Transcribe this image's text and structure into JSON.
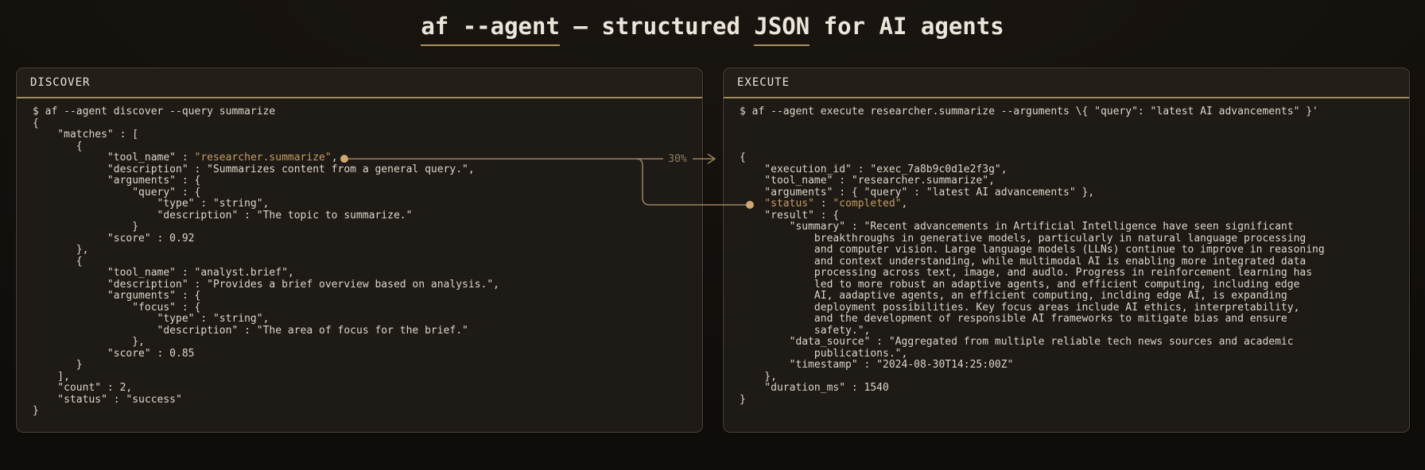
{
  "title": {
    "part1": "af --agent",
    "part2": " — structured ",
    "part3": "JSON",
    "part4": " for AI agents"
  },
  "connector": {
    "label": "30%"
  },
  "colors": {
    "accent_gold": "#c69d63",
    "connector_line": "#9b8460",
    "panel_background": "#1e1a15",
    "panel_border": "#4c4336",
    "header_divider": "#a28a61",
    "code_text": "#ddd7ca"
  },
  "panels": [
    {
      "id": "discover",
      "title": "DISCOVER",
      "command": "$ af --agent discover --query summarize",
      "lines": [
        [
          {
            "t": "$ af --agent discover --query summarize"
          }
        ],
        [
          {
            "t": "{"
          }
        ],
        [
          {
            "t": "    \"matches\" : ["
          }
        ],
        [
          {
            "t": "       {"
          }
        ],
        [
          {
            "t": "            \"tool_name\" : "
          },
          {
            "t": "\"researcher.summarize\"",
            "h": true
          },
          {
            "t": ","
          }
        ],
        [
          {
            "t": "            \"description\" : \"Summarizes content from a general query.\","
          }
        ],
        [
          {
            "t": "            \"arguments\" : {"
          }
        ],
        [
          {
            "t": "                \"query\" : {"
          }
        ],
        [
          {
            "t": "                    \"type\" : \"string\","
          }
        ],
        [
          {
            "t": "                    \"description\" : \"The topic to summarize.\""
          }
        ],
        [
          {
            "t": "                }"
          }
        ],
        [
          {
            "t": "            \"score\" : 0.92"
          }
        ],
        [
          {
            "t": "       },"
          }
        ],
        [
          {
            "t": "       {"
          }
        ],
        [
          {
            "t": "            \"tool_name\" : \"analyst.brief\","
          }
        ],
        [
          {
            "t": "            \"description\" : \"Provides a brief overview based on analysis.\","
          }
        ],
        [
          {
            "t": "            \"arguments\" : {"
          }
        ],
        [
          {
            "t": "                \"focus\" : {"
          }
        ],
        [
          {
            "t": "                    \"type\" : \"string\","
          }
        ],
        [
          {
            "t": "                    \"description\" : \"The area of focus for the brief.\""
          }
        ],
        [
          {
            "t": "                },"
          }
        ],
        [
          {
            "t": "            \"score\" : 0.85"
          }
        ],
        [
          {
            "t": "       }"
          }
        ],
        [
          {
            "t": "    ],"
          }
        ],
        [
          {
            "t": "    \"count\" : 2,"
          }
        ],
        [
          {
            "t": "    \"status\" : \"success\""
          }
        ],
        [
          {
            "t": "}"
          }
        ]
      ]
    },
    {
      "id": "execute",
      "title": "EXECUTE",
      "command": "$ af --agent execute researcher.summarize --arguments \\{ \"query\": \"latest AI advancements\" }'",
      "lines": [
        [
          {
            "t": "$ af --agent execute researcher.summarize --arguments \\{ \"query\": \"latest AI advancements\" }'"
          }
        ],
        [],
        [],
        [],
        [
          {
            "t": "{"
          }
        ],
        [
          {
            "t": "    \"execution_id\" : \"exec_7a8b9c0d1e2f3g\","
          }
        ],
        [
          {
            "t": "    \"tool_name\" : \"researcher.summarize\","
          }
        ],
        [
          {
            "t": "    \"arguments\" : { \"query\" : \"latest AI advancements\" },"
          }
        ],
        [
          {
            "t": "    "
          },
          {
            "t": "\"status\"",
            "h": true
          },
          {
            "t": " : "
          },
          {
            "t": "\"completed\"",
            "h": true
          },
          {
            "t": ","
          }
        ],
        [
          {
            "t": "    \"result\" : {"
          }
        ],
        [
          {
            "t": "        \"summary\" : \"Recent advancements in Artificial Intelligence have seen significant"
          }
        ],
        [
          {
            "t": "            breakthroughs in generative models, particularly in natural language processing"
          }
        ],
        [
          {
            "t": "            and computer vision. Large language models (LLNs) continue to improve in reasoning"
          }
        ],
        [
          {
            "t": "            and context understanding, while multimodal AI is enabling more integrated data"
          }
        ],
        [
          {
            "t": "            processing across text, image, and audlo. Progress in reinforcement learning has"
          }
        ],
        [
          {
            "t": "            led to more robust an adaptive agents, and efficient computing, including edge"
          }
        ],
        [
          {
            "t": "            AI, aadaptive agents, an efficient computing, inclding edge AI, is expanding"
          }
        ],
        [
          {
            "t": "            deployment possibilities. Key focus areas include AI ethics, interpretability,"
          }
        ],
        [
          {
            "t": "            and the development of responsible AI frameworks to mitigate bias and ensure"
          }
        ],
        [
          {
            "t": "            safety.\","
          }
        ],
        [
          {
            "t": "        \"data_source\" : \"Aggregated from multiple reliable tech news sources and academic"
          }
        ],
        [
          {
            "t": "            publications.\","
          }
        ],
        [
          {
            "t": "        \"timestamp\" : \"2024-08-30T14:25:00Z\""
          }
        ],
        [
          {
            "t": "    },"
          }
        ],
        [
          {
            "t": "    \"duration_ms\" : 1540"
          }
        ],
        [
          {
            "t": "}"
          }
        ]
      ]
    }
  ]
}
